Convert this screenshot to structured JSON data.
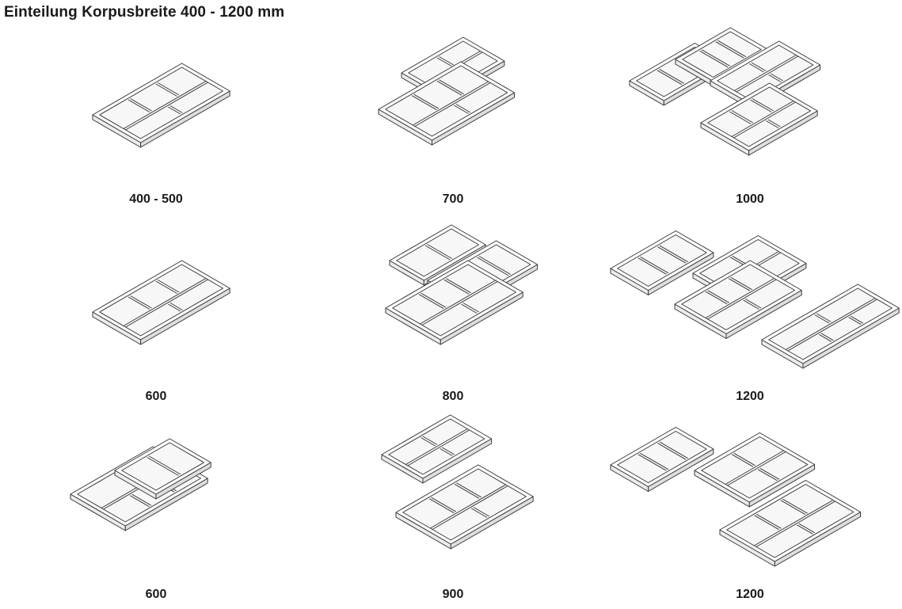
{
  "title": "Einteilung Korpusbreite 400 - 1200 mm",
  "cells": [
    {
      "caption": "400 - 500"
    },
    {
      "caption": "700"
    },
    {
      "caption": "1000"
    },
    {
      "caption": "600"
    },
    {
      "caption": "800"
    },
    {
      "caption": "1200"
    },
    {
      "caption": "600"
    },
    {
      "caption": "900"
    },
    {
      "caption": "1200"
    }
  ]
}
